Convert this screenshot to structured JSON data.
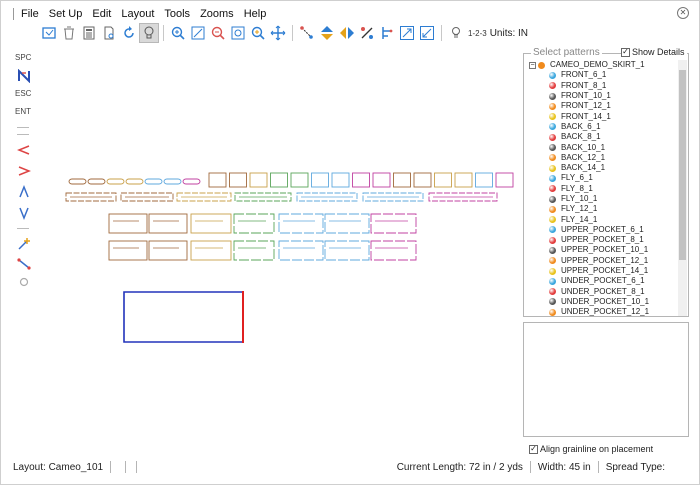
{
  "menu": [
    "File",
    "Set Up",
    "Edit",
    "Layout",
    "Tools",
    "Zooms",
    "Help"
  ],
  "toolbar": {
    "tools": [
      {
        "icon": "select-icon",
        "color": "#2d7dd2"
      },
      {
        "icon": "trash-icon",
        "color": "#777"
      },
      {
        "icon": "calculator-icon",
        "color": "#666"
      },
      {
        "icon": "document-icon",
        "color": "#666"
      },
      {
        "icon": "refresh-icon",
        "color": "#2d7dd2"
      },
      {
        "icon": "bulb-icon",
        "color": "#555"
      },
      {
        "icon": "zoom-in-icon",
        "color": "#2d7dd2"
      },
      {
        "icon": "zoom-fit-icon",
        "color": "#2d7dd2"
      },
      {
        "icon": "zoom-out-icon",
        "color": "#d9534f"
      },
      {
        "icon": "zoom-area-icon",
        "color": "#2d7dd2"
      },
      {
        "icon": "zoom-plus-icon",
        "color": "#2d7dd2"
      },
      {
        "icon": "pan-icon",
        "color": "#2d7dd2"
      },
      {
        "icon": "select-pieces-icon",
        "color": "#d9534f"
      },
      {
        "icon": "flip-vertical-icon",
        "color": "#2d9bd8"
      },
      {
        "icon": "flip-horizontal-icon",
        "color": "#e5a21a"
      },
      {
        "icon": "percent-icon",
        "color": "#d9534f"
      },
      {
        "icon": "align-icon",
        "color": "#2d7dd2"
      },
      {
        "icon": "expand-icon",
        "color": "#2d7dd2"
      },
      {
        "icon": "shrink-icon",
        "color": "#2d7dd2"
      },
      {
        "icon": "light-icon",
        "color": "#666"
      }
    ],
    "units_prefix": "1-2-3",
    "units_text": "Units: IN"
  },
  "left_tools": {
    "spc": "SPC",
    "esc": "ESC",
    "ent": "ENT",
    "icons": [
      "arrow-left-icon",
      "arrow-right-icon",
      "arrow-up-icon",
      "arrow-down-icon",
      "add-node-icon",
      "line-tool-icon",
      "circle-tool-icon"
    ]
  },
  "panel": {
    "legend": "Select patterns",
    "show_details": "Show Details",
    "show_details_checked": true,
    "root": "CAMEO_DEMO_SKIRT_1",
    "items": [
      {
        "label": "FRONT_6_1",
        "color": "#3aa6dd"
      },
      {
        "label": "FRONT_8_1",
        "color": "#e23b3b"
      },
      {
        "label": "FRONT_10_1",
        "color": "#555555"
      },
      {
        "label": "FRONT_12_1",
        "color": "#f08a1c"
      },
      {
        "label": "FRONT_14_1",
        "color": "#e8c21a"
      },
      {
        "label": "BACK_6_1",
        "color": "#3aa6dd"
      },
      {
        "label": "BACK_8_1",
        "color": "#e23b3b"
      },
      {
        "label": "BACK_10_1",
        "color": "#555555"
      },
      {
        "label": "BACK_12_1",
        "color": "#f08a1c"
      },
      {
        "label": "BACK_14_1",
        "color": "#e8c21a"
      },
      {
        "label": "FLY_6_1",
        "color": "#3aa6dd"
      },
      {
        "label": "FLY_8_1",
        "color": "#e23b3b"
      },
      {
        "label": "FLY_10_1",
        "color": "#555555"
      },
      {
        "label": "FLY_12_1",
        "color": "#f08a1c"
      },
      {
        "label": "FLY_14_1",
        "color": "#e8c21a"
      },
      {
        "label": "UPPER_POCKET_6_1",
        "color": "#3aa6dd"
      },
      {
        "label": "UPPER_POCKET_8_1",
        "color": "#e23b3b"
      },
      {
        "label": "UPPER_POCKET_10_1",
        "color": "#555555"
      },
      {
        "label": "UPPER_POCKET_12_1",
        "color": "#f08a1c"
      },
      {
        "label": "UPPER_POCKET_14_1",
        "color": "#e8c21a"
      },
      {
        "label": "UNDER_POCKET_6_1",
        "color": "#3aa6dd"
      },
      {
        "label": "UNDER_POCKET_8_1",
        "color": "#e23b3b"
      },
      {
        "label": "UNDER_POCKET_10_1",
        "color": "#555555"
      },
      {
        "label": "UNDER_POCKET_12_1",
        "color": "#f08a1c"
      }
    ],
    "align_grainline": "Align grainline on placement",
    "align_checked": true
  },
  "canvas": {
    "piece_colors": [
      "#a0693c",
      "#c9a04a",
      "#5aa55a",
      "#5fa8de",
      "#c040a0",
      "#d9534f",
      "#2233bb"
    ]
  },
  "status": {
    "layout": "Layout: Cameo_101",
    "current_length": "Current Length: 72 in / 2 yds",
    "width": "Width: 45 in",
    "spread_type": "Spread Type:"
  }
}
